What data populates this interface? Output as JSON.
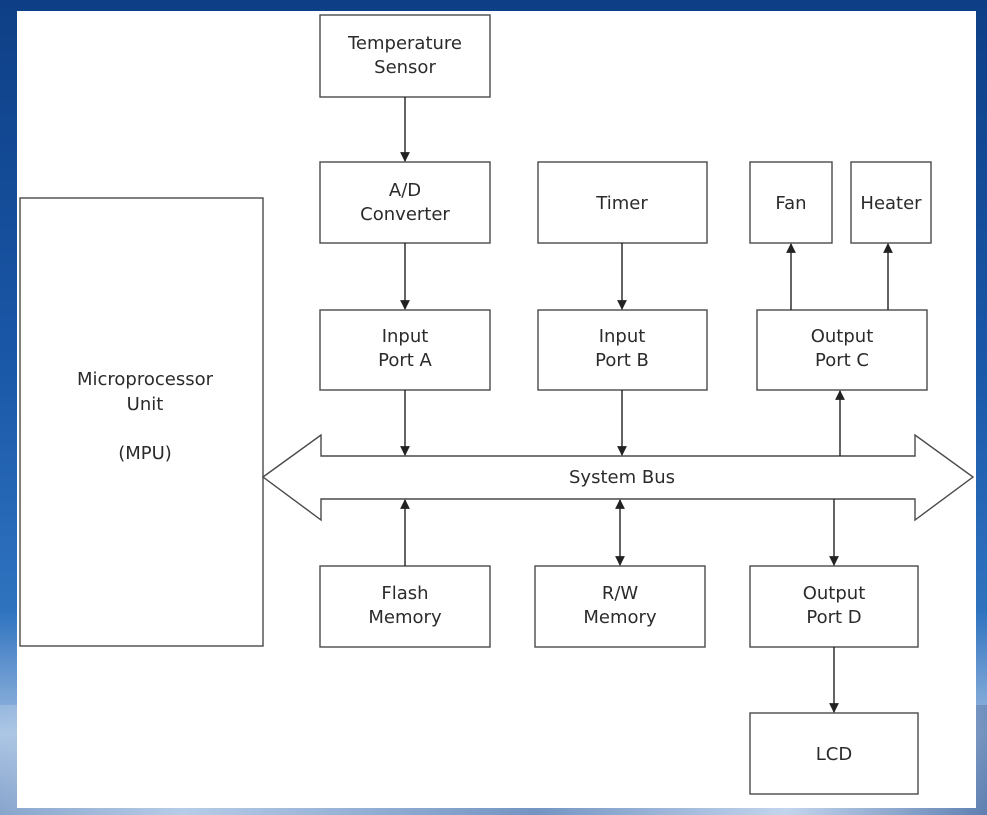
{
  "diagram": {
    "temperature_sensor": [
      "Temperature",
      "Sensor"
    ],
    "ad_converter": [
      "A/D",
      "Converter"
    ],
    "timer": "Timer",
    "fan": "Fan",
    "heater": "Heater",
    "input_port_a": [
      "Input",
      "Port A"
    ],
    "input_port_b": [
      "Input",
      "Port B"
    ],
    "output_port_c": [
      "Output",
      "Port C"
    ],
    "mpu": [
      "Microprocessor",
      "Unit",
      "(MPU)"
    ],
    "system_bus": "System Bus",
    "flash_memory": [
      "Flash",
      "Memory"
    ],
    "rw_memory": [
      "R/W",
      "Memory"
    ],
    "output_port_d": [
      "Output",
      "Port D"
    ],
    "lcd": "LCD"
  }
}
